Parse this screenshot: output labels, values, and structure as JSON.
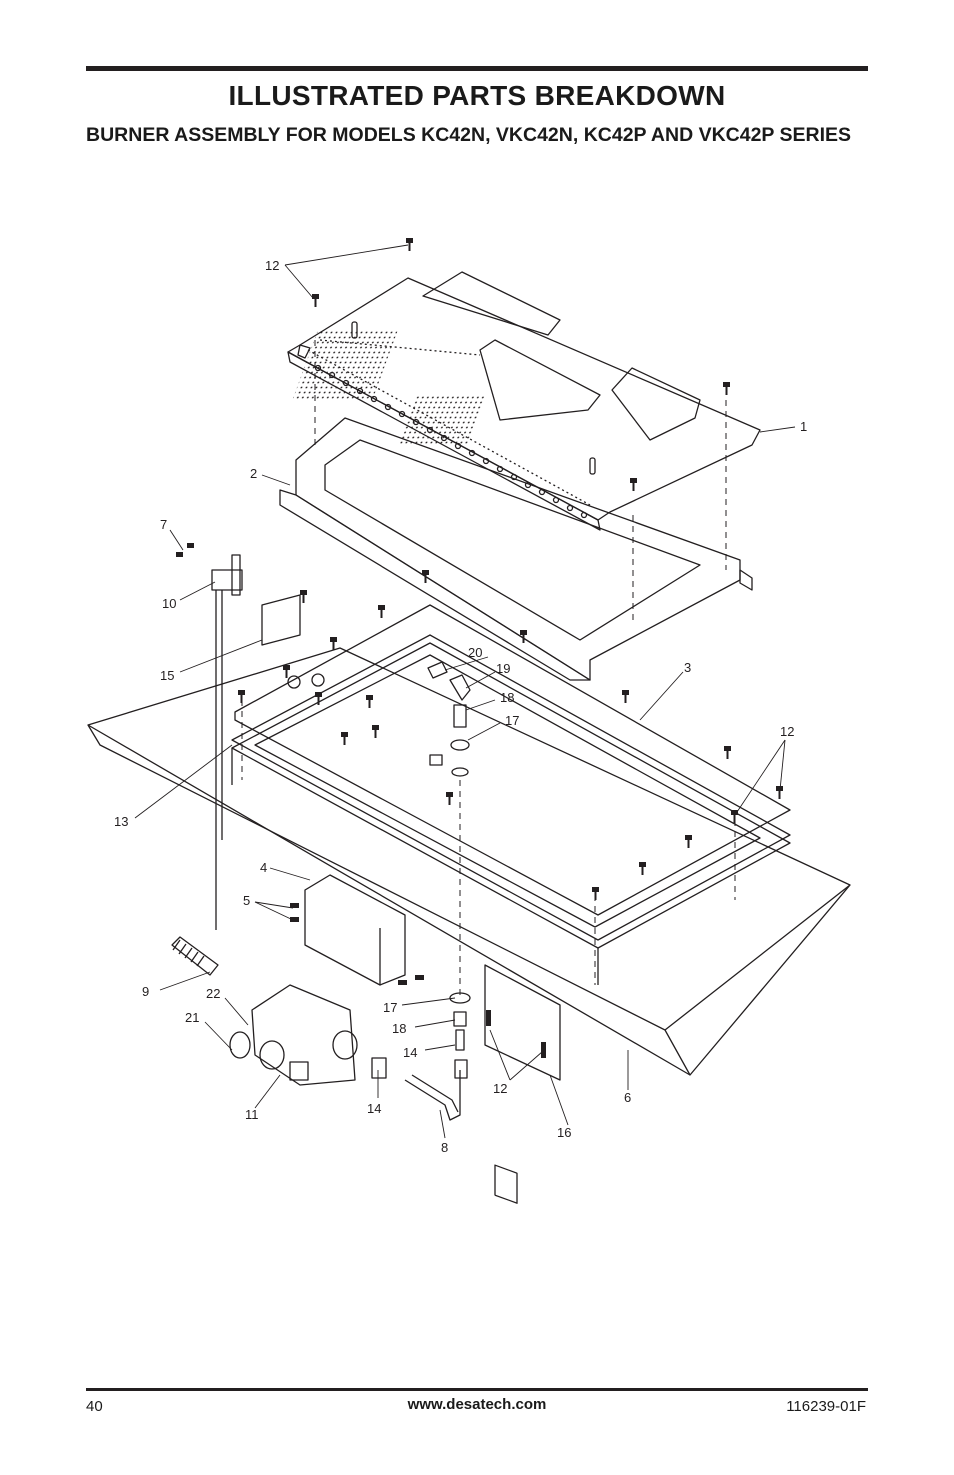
{
  "header": {
    "title": "ILLUSTRATED PARTS BREAKDOWN",
    "subtitle": "BURNER ASSEMBLY FOR MODELS KC42N, VKC42N, KC42P AND VKC42P SERIES"
  },
  "callouts": {
    "c1": "1",
    "c2": "2",
    "c3": "3",
    "c4": "4",
    "c5": "5",
    "c6": "6",
    "c7": "7",
    "c8": "8",
    "c9": "9",
    "c10": "10",
    "c11": "11",
    "c12a": "12",
    "c12b": "12",
    "c12c": "12",
    "c13": "13",
    "c14a": "14",
    "c14b": "14",
    "c15": "15",
    "c16": "16",
    "c17a": "17",
    "c17b": "17",
    "c18a": "18",
    "c18b": "18",
    "c19": "19",
    "c20": "20",
    "c21": "21",
    "c22": "22"
  },
  "footer": {
    "page_number": "40",
    "website": "www.desatech.com",
    "doc_number": "116239-01F"
  }
}
